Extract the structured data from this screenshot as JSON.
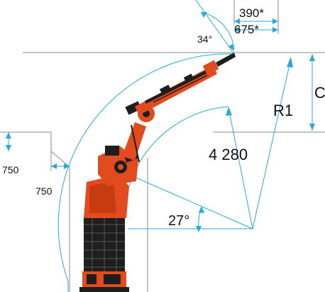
{
  "labels": {
    "dim_390": "390*",
    "dim_675": "675*",
    "angle_34": "34°",
    "dim_c": "C",
    "radius_r1": "R1",
    "reach_4280": "4 280",
    "angle_27": "27°",
    "offset_750_vertical": "750",
    "offset_750_horizontal": "750"
  },
  "colors": {
    "dimension_line": "#2aa9d9",
    "reference_line": "#8a8a8a",
    "robot_body": "#e24b1e",
    "robot_dark": "#1e1e1e"
  }
}
